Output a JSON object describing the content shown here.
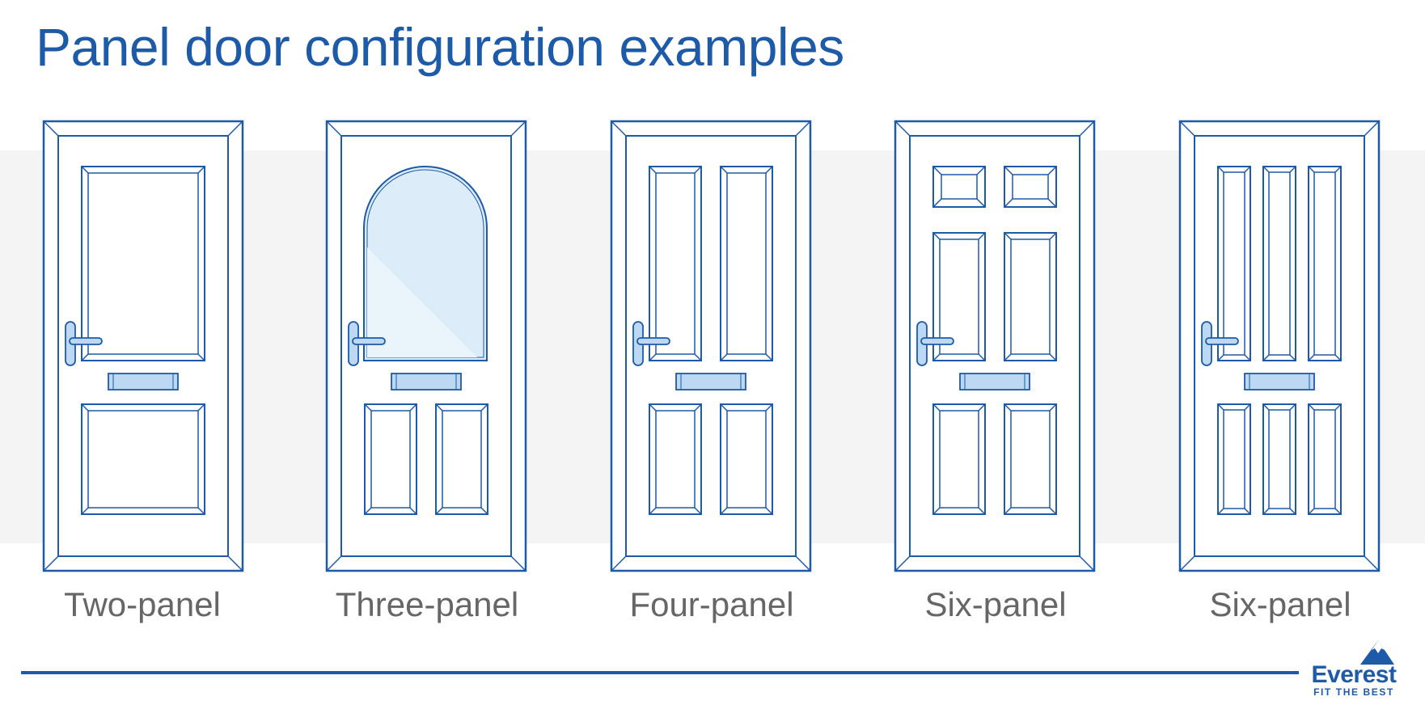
{
  "title": "Panel door configuration examples",
  "colors": {
    "primary": "#1d5aa8",
    "label": "#666666",
    "band": "#f4f4f4",
    "glass": "#dcecf8",
    "fitting": "#bcd8f2"
  },
  "doors": [
    {
      "label": "Two-panel"
    },
    {
      "label": "Three-panel"
    },
    {
      "label": "Four-panel"
    },
    {
      "label": "Six-panel"
    },
    {
      "label": "Six-panel"
    }
  ],
  "logo": {
    "brand": "Everest",
    "tagline": "FIT THE BEST",
    "icon": "mountain-icon"
  }
}
